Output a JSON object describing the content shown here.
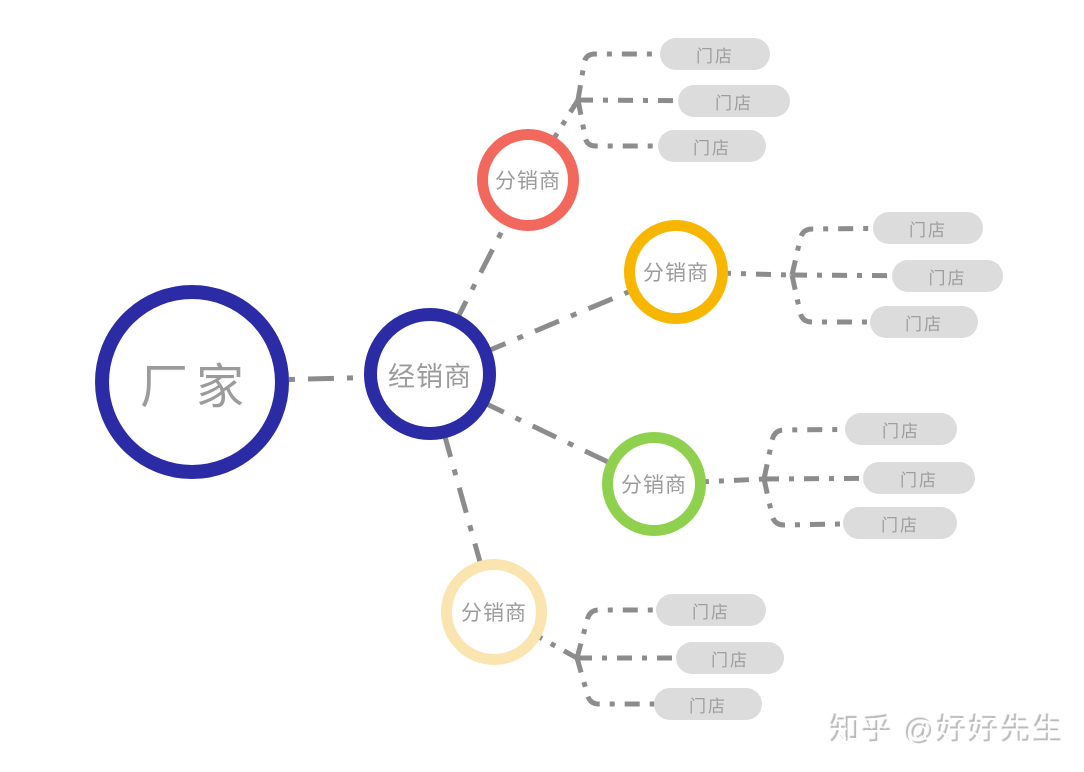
{
  "nodes": {
    "factory": {
      "label": "厂家",
      "ring_color": "#2B2BA6"
    },
    "dealer": {
      "label": "经销商",
      "ring_color": "#2B2BA6"
    },
    "distributors": [
      {
        "label": "分销商",
        "ring_color": "#F3685C"
      },
      {
        "label": "分销商",
        "ring_color": "#F7B600"
      },
      {
        "label": "分销商",
        "ring_color": "#8FD14F"
      },
      {
        "label": "分销商",
        "ring_color": "#FAE5B0"
      }
    ]
  },
  "store_groups": [
    [
      "门店",
      "门店",
      "门店"
    ],
    [
      "门店",
      "门店",
      "门店"
    ],
    [
      "门店",
      "门店",
      "门店"
    ],
    [
      "门店",
      "门店",
      "门店"
    ]
  ],
  "colors": {
    "connector": "#8C8C8C",
    "store_pill_bg": "#DCDCDC",
    "node_text": "#9B9B9B",
    "store_text": "#9E9E9E"
  },
  "watermark": {
    "text": "知乎 @好好先生"
  }
}
